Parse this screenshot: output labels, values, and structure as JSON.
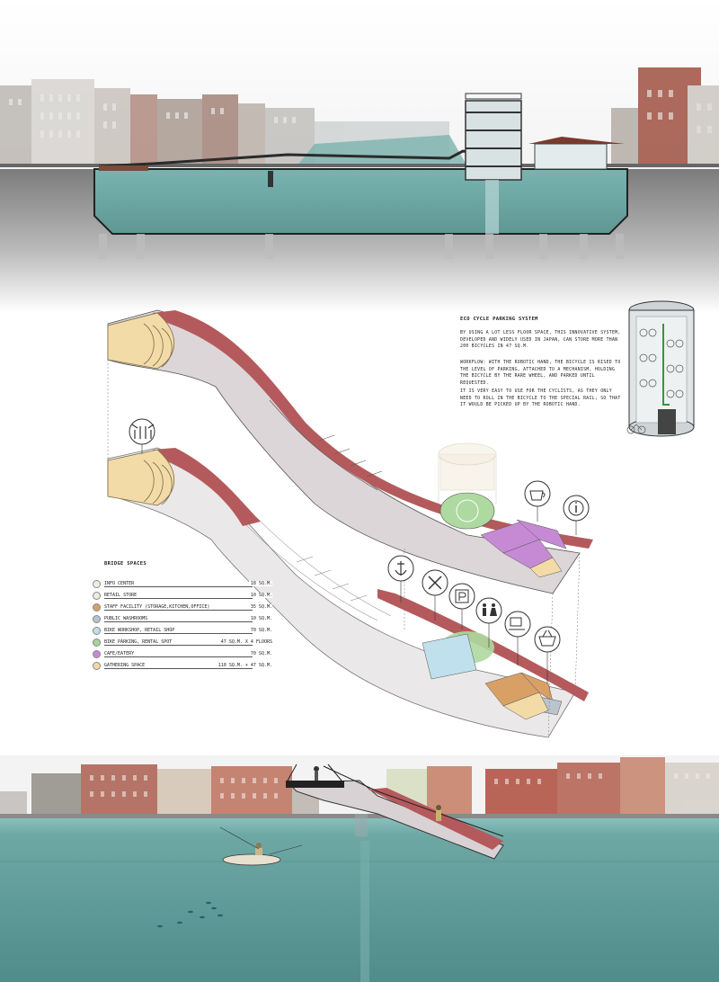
{
  "eco": {
    "title": "ECO CYCLE PARKING SYSTEM",
    "p1": "By using a lot less floor space, this innovative system, developed and widely used in Japan, can store more than 200 bicycles in 47 sq.m.",
    "p2": "Workflow: With the robotic hand, the bicycle is rised to the level of parking, attached to a mechanism, holding the bicycle by the rare wheel, and parked until requested.",
    "p3": "It is very easy to use for the cyclists, as they only need to roll in the bicycle to the special rail, so that it would be picked up by the robotic hand."
  },
  "legend": {
    "title": "BRIDGE SPACES",
    "items": [
      {
        "label": "INFO CENTER",
        "area": "18 sq.m.",
        "color": "#f1ede4"
      },
      {
        "label": "RETAIL STORE",
        "area": "10 sq.m.",
        "color": "#eeeae3"
      },
      {
        "label": "STAFF FACILITY (storage,kitchen,office)",
        "area": "35 sq.m.",
        "color": "#d9a066"
      },
      {
        "label": "PUBLIC WASHROOMS",
        "area": "10 sq.m.",
        "color": "#b9c4cc"
      },
      {
        "label": "BIKE WORKSHOP, RETAIL SHOP",
        "area": "70 sq.m.",
        "color": "#bfe0ec"
      },
      {
        "label": "BIKE PARKING, RENTAL SPOT",
        "area": "47 sq.m. x 4 floors",
        "color": "#a8d39e"
      },
      {
        "label": "CAFE/EATERY",
        "area": "70 sq.m.",
        "color": "#c689d4"
      },
      {
        "label": "GATHERING SPACE",
        "area": "110 sq.m. + 47 sq.m.",
        "color": "#f2d9a6"
      }
    ]
  },
  "colors": {
    "water": "#6fa9a6",
    "water_deep": "#5e9794",
    "ground": "#8a8a8a",
    "deck": "#b85a5a",
    "bridge_body": "#d9d2d4"
  }
}
